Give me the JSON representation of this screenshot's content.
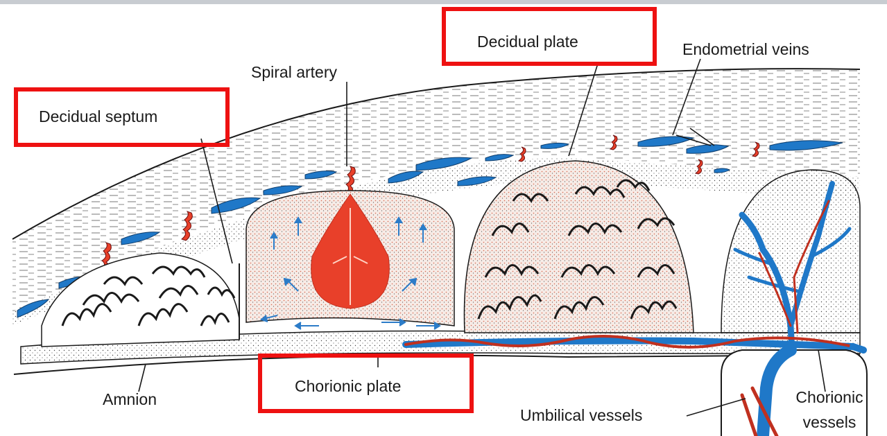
{
  "labels": {
    "decidual_plate": "Decidual plate",
    "endometrial_veins": "Endometrial veins",
    "spiral_artery": "Spiral artery",
    "decidual_septum": "Decidual septum",
    "chorionic_plate": "Chorionic plate",
    "amnion": "Amnion",
    "umbilical_vessels": "Umbilical vessels",
    "chorionic_vessels_line1": "Chorionic",
    "chorionic_vessels_line2": "vessels"
  },
  "colors": {
    "highlight_box": "#ee1111",
    "maternal_blood_veins": "#1f78c8",
    "arterial_blood": "#e8402a",
    "line_art": "#1a1a1a"
  }
}
